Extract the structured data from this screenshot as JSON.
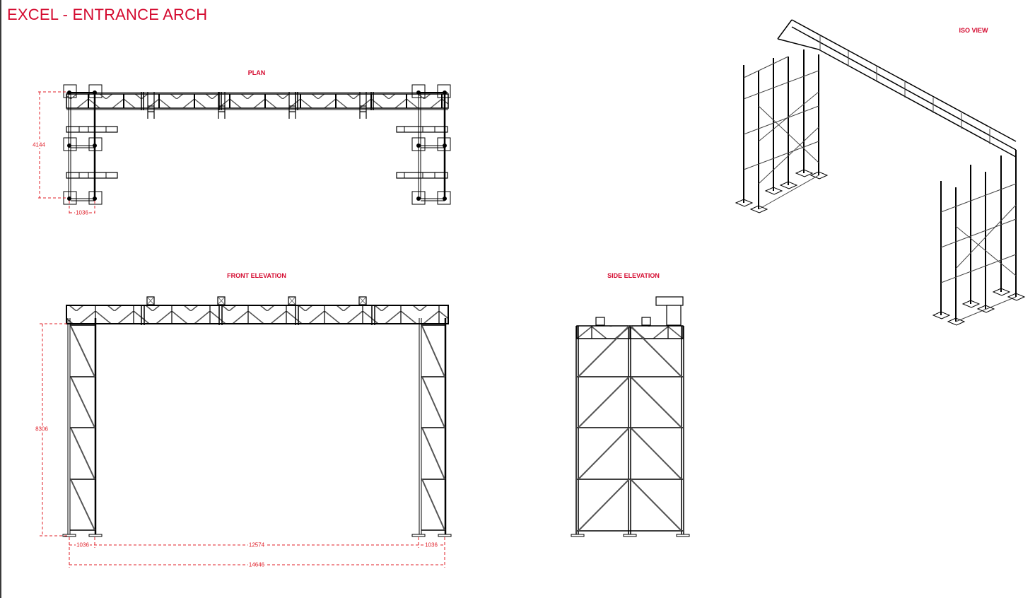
{
  "title": "EXCEL - ENTRANCE ARCH",
  "colors": {
    "annotation": "#d40a2f",
    "dimension": "#e0202a",
    "line": "#000000",
    "background": "#ffffff"
  },
  "views": {
    "plan": {
      "label": "PLAN",
      "dimensions": {
        "depth": "4144",
        "tower_width": "1036"
      }
    },
    "front_elevation": {
      "label": "FRONT ELEVATION",
      "dimensions": {
        "height": "8306",
        "tower_width_left": "1036",
        "clear_span": "12574",
        "tower_width_right": "1036",
        "overall_width": "14646"
      }
    },
    "side_elevation": {
      "label": "SIDE ELEVATION"
    },
    "iso_view": {
      "label": "ISO VIEW"
    }
  }
}
